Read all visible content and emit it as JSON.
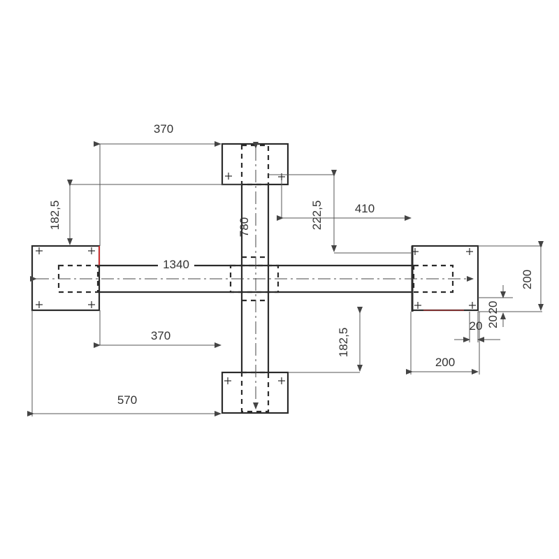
{
  "diagram": {
    "dimensions": {
      "top_offset": "370",
      "left_height": "182,5",
      "vertical_length": "780",
      "right_height_upper": "222,5",
      "right_offset": "410",
      "horizontal_length": "1340",
      "right_plate_height": "200",
      "bottom_offset": "370",
      "bottom_height": "182,5",
      "overall_left": "570",
      "right_plate_width": "200",
      "edge_offset_x": "20",
      "edge_offset_y_1": "20",
      "edge_offset_y_2": "20"
    },
    "colors": {
      "line": "#2b2b2b",
      "dimension": "#555555",
      "accent": "#cc3333"
    }
  }
}
